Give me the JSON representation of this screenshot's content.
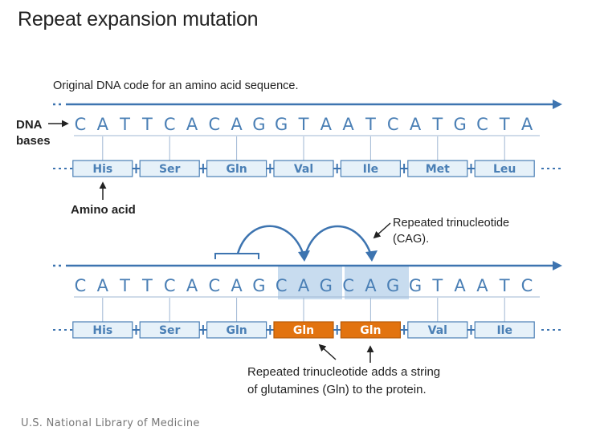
{
  "title": "Repeat expansion mutation",
  "footer": "U.S. National Library of Medicine",
  "colors": {
    "blue": "#3d74b0",
    "box_fill": "#e6f1f9",
    "box_stroke": "#4a7fb5",
    "highlight": "#c8dcef",
    "orange": "#e2730f"
  },
  "top": {
    "caption": "Original DNA code for an amino acid sequence.",
    "dna_label_line1": "DNA",
    "dna_label_line2": "bases",
    "bases": [
      "C",
      "A",
      "T",
      "T",
      "C",
      "A",
      "C",
      "A",
      "G",
      "G",
      "T",
      "A",
      "A",
      "T",
      "C",
      "A",
      "T",
      "G",
      "C",
      "T",
      "A"
    ],
    "amino_acids": [
      "His",
      "Ser",
      "Gln",
      "Val",
      "Ile",
      "Met",
      "Leu"
    ],
    "amino_label": "Amino acid"
  },
  "bottom": {
    "repeat_note_line1": "Repeated trinucleotide",
    "repeat_note_line2": "(CAG).",
    "bases": [
      "C",
      "A",
      "T",
      "T",
      "C",
      "A",
      "C",
      "A",
      "G",
      "C",
      "A",
      "G",
      "C",
      "A",
      "G",
      "G",
      "T",
      "A",
      "A",
      "T",
      "C"
    ],
    "amino_acids": [
      "His",
      "Ser",
      "Gln",
      "Gln",
      "Gln",
      "Val",
      "Ile"
    ],
    "highlighted_codons": [
      3,
      4
    ],
    "result_note_line1": "Repeated trinucleotide adds a string",
    "result_note_line2": "of glutamines (Gln) to the  protein."
  }
}
